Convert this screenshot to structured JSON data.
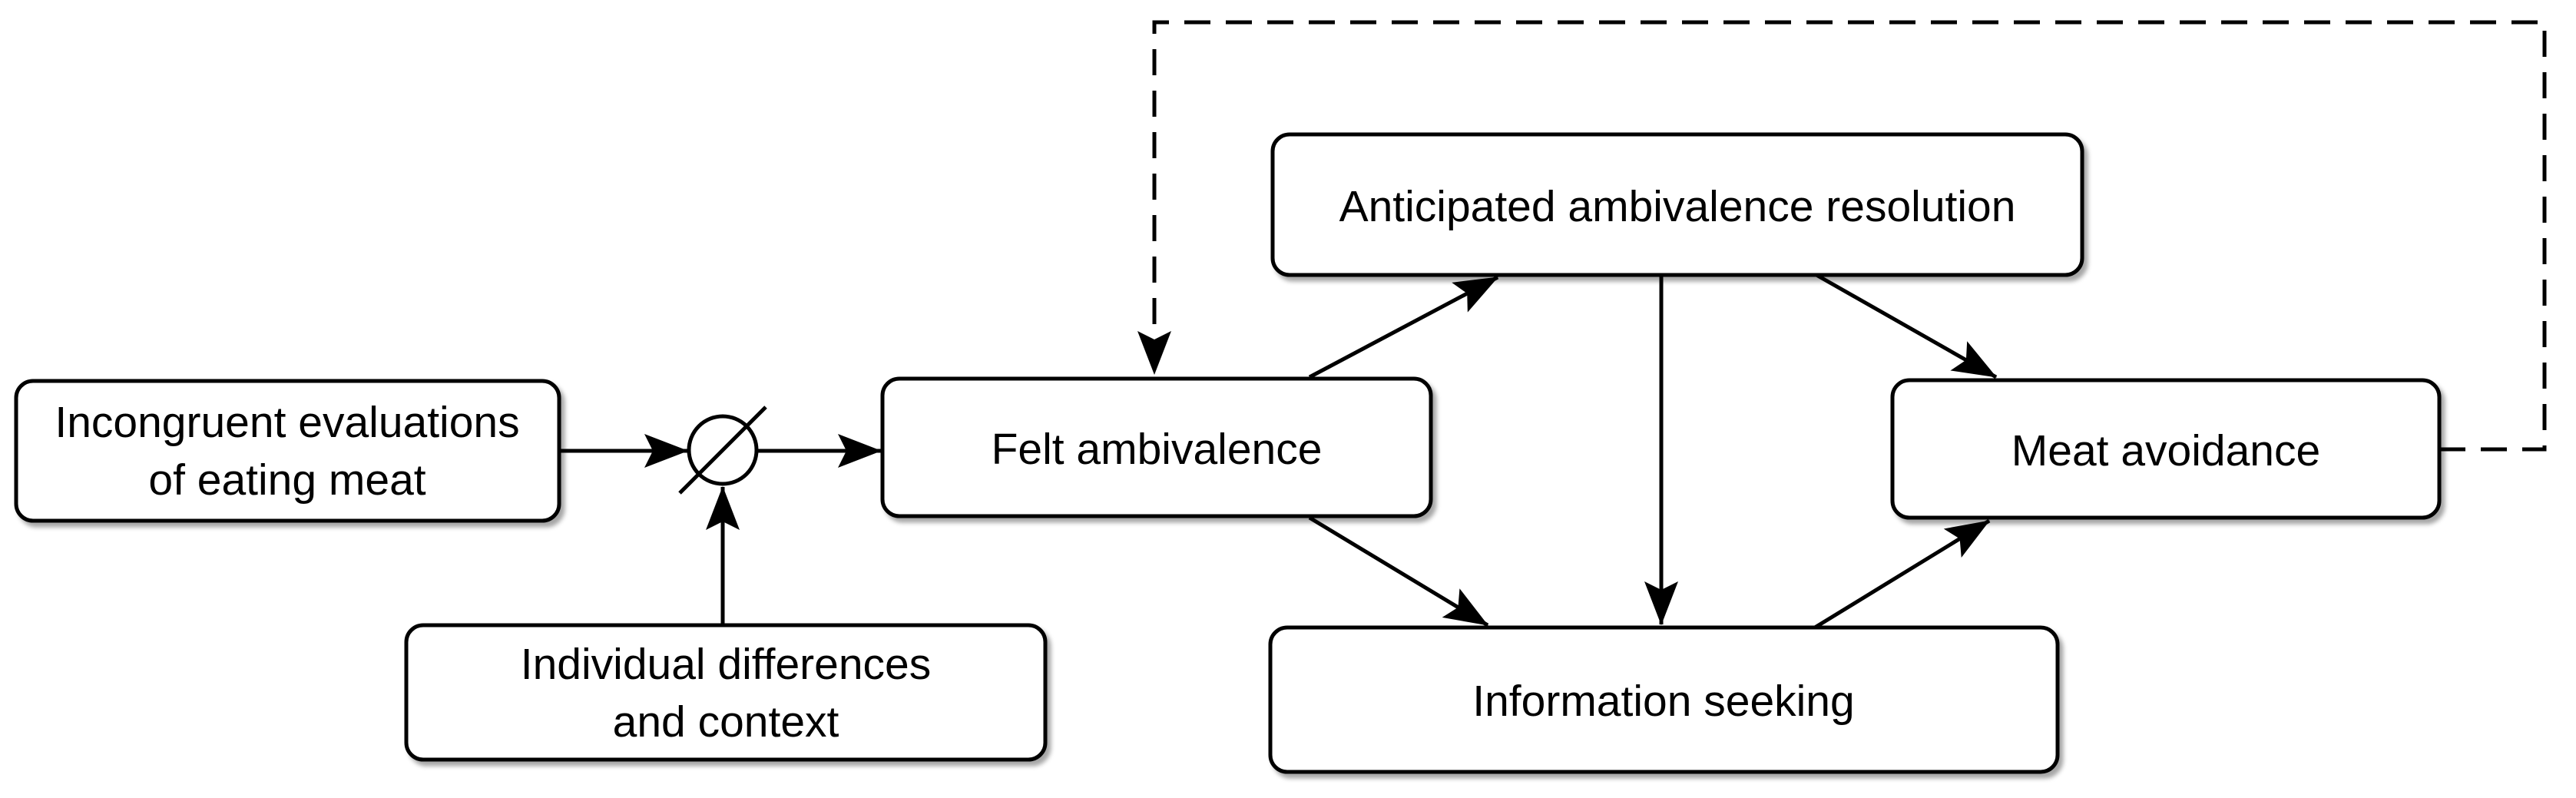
{
  "figure": {
    "type": "path-model-diagram",
    "background_color": "#ffffff",
    "box_fill_color": "#ffffff",
    "line_color": "#000000",
    "nodes": {
      "incongruent_evaluations": {
        "label": "Incongruent evaluations of eating meat",
        "line1": "Incongruent evaluations",
        "line2": "of eating meat"
      },
      "individual_differences": {
        "label": "Individual differences and context",
        "line1": "Individual differences",
        "line2": "and context"
      },
      "felt_ambivalence": {
        "label": "Felt ambivalence"
      },
      "anticipated_resolution": {
        "label": "Anticipated ambivalence resolution"
      },
      "information_seeking": {
        "label": "Information seeking"
      },
      "meat_avoidance": {
        "label": "Meat avoidance"
      }
    },
    "moderator": {
      "symbol": "circle-with-diagonal-slash"
    },
    "edges": [
      {
        "from": "incongruent_evaluations",
        "to": "moderator_circle",
        "style": "solid-arrow"
      },
      {
        "from": "moderator_circle",
        "to": "felt_ambivalence",
        "style": "solid-arrow"
      },
      {
        "from": "individual_differences",
        "to": "moderator_circle",
        "style": "solid-arrow"
      },
      {
        "from": "felt_ambivalence",
        "to": "anticipated_resolution",
        "style": "solid-arrow"
      },
      {
        "from": "felt_ambivalence",
        "to": "information_seeking",
        "style": "solid-arrow"
      },
      {
        "from": "anticipated_resolution",
        "to": "information_seeking",
        "style": "solid-arrow"
      },
      {
        "from": "anticipated_resolution",
        "to": "meat_avoidance",
        "style": "solid-arrow"
      },
      {
        "from": "information_seeking",
        "to": "meat_avoidance",
        "style": "solid-arrow"
      },
      {
        "from": "meat_avoidance",
        "to": "felt_ambivalence",
        "style": "dashed-arrow"
      }
    ]
  }
}
